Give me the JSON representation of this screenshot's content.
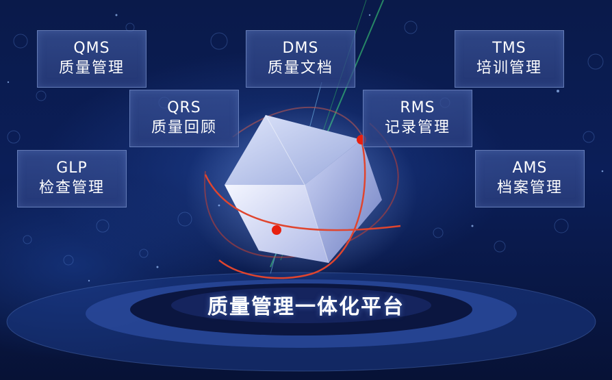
{
  "modules": [
    {
      "code": "QMS",
      "label": "质量管理"
    },
    {
      "code": "DMS",
      "label": "质量文档"
    },
    {
      "code": "TMS",
      "label": "培训管理"
    },
    {
      "code": "QRS",
      "label": "质量回顾"
    },
    {
      "code": "RMS",
      "label": "记录管理"
    },
    {
      "code": "GLP",
      "label": "检查管理"
    },
    {
      "code": "AMS",
      "label": "档案管理"
    }
  ],
  "platform": {
    "title": "质量管理一体化平台"
  },
  "colors": {
    "background": "#0b1e58",
    "orbit": "#e0452e",
    "orbit_dot": "#e8200f",
    "card_border": "#96afe6"
  }
}
